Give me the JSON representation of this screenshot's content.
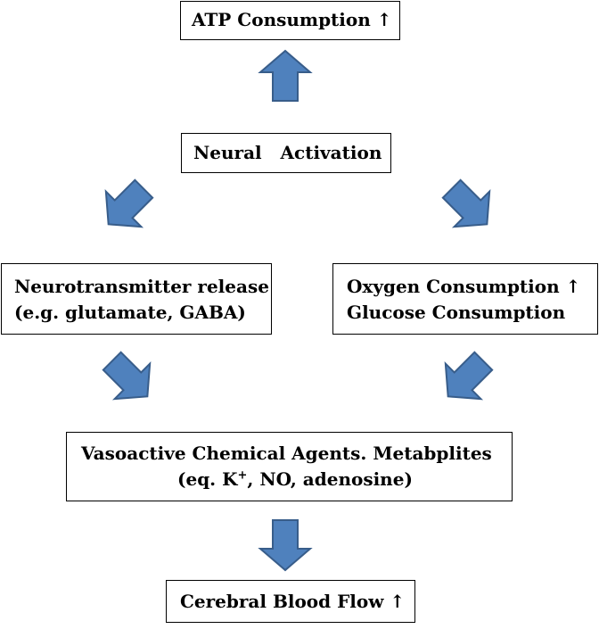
{
  "diagram": {
    "colors": {
      "arrow_fill": "#4F81BD",
      "arrow_stroke": "#385D8A",
      "box_border": "#000000",
      "text": "#000000"
    },
    "nodes": {
      "atp": {
        "text": "ATP Consumption ↑"
      },
      "neural": {
        "text": "Neural   Activation"
      },
      "neuro": {
        "line1": "Neurotransmitter release",
        "line2": "(e.g. glutamate, GABA)"
      },
      "oxygen": {
        "line1": "Oxygen Consumption ↑",
        "line2": "Glucose Consumption"
      },
      "vaso": {
        "line1": "Vasoactive Chemical Agents. Metabplites",
        "line2_pre": "(eq. K",
        "line2_sup": "+",
        "line2_post": ", NO, adenosine)"
      },
      "cbf": {
        "text": "Cerebral Blood Flow ↑"
      }
    },
    "edges": [
      {
        "from": "neural",
        "to": "atp"
      },
      {
        "from": "neural",
        "to": "neuro"
      },
      {
        "from": "neural",
        "to": "oxygen"
      },
      {
        "from": "neuro",
        "to": "vaso"
      },
      {
        "from": "oxygen",
        "to": "vaso"
      },
      {
        "from": "vaso",
        "to": "cbf"
      }
    ]
  }
}
